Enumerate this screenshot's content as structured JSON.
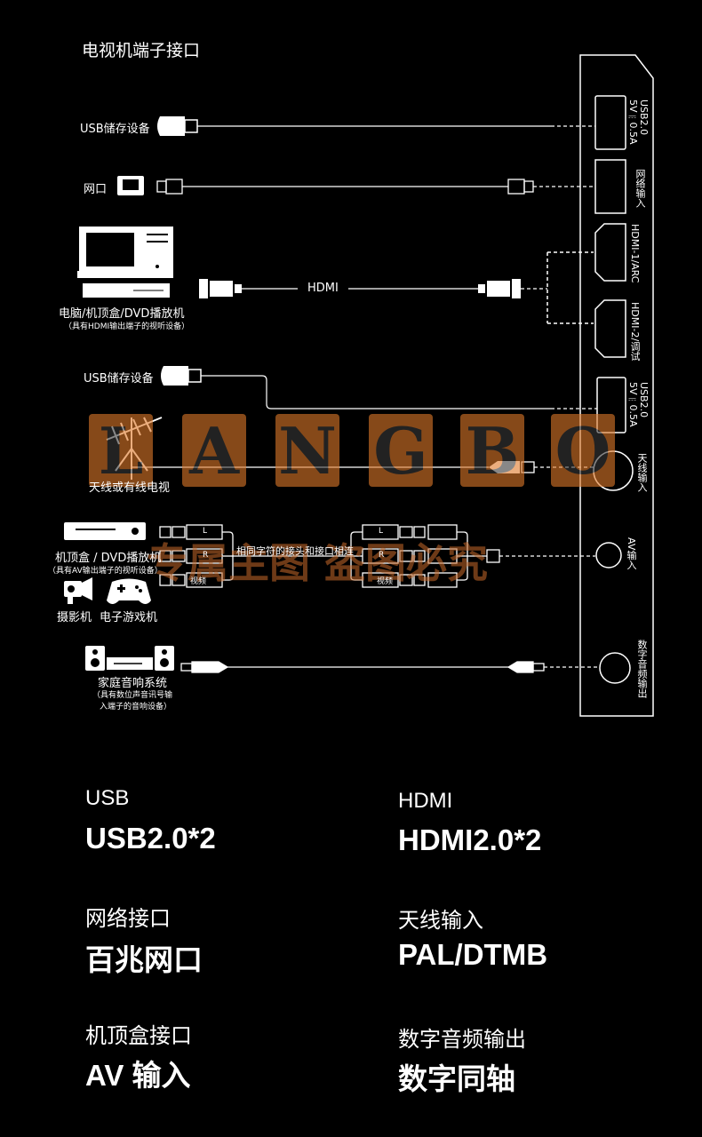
{
  "title": "电视机端子接口",
  "devices": {
    "usb1": "USB储存设备",
    "lan": "网口",
    "pc": "电脑/机顶盒/DVD播放机",
    "pc_note": "（具有HDMI输出端子的视听设备）",
    "hdmi_cable": "HDMI",
    "usb2": "USB储存设备",
    "antenna": "天线或有线电视",
    "av_source": "机顶盒 / DVD播放机",
    "av_note": "（具有AV输出端子的视听设备）",
    "camera": "摄影机",
    "game": "电子游戏机",
    "av_note2": "相同字符的接头和接口相连",
    "plug_l": "L",
    "plug_r": "R",
    "plug_video": "视频",
    "audio": "家庭音响系统",
    "audio_note1": "（具有数位声音讯号输",
    "audio_note2": "入端子的音响设备）"
  },
  "ports": {
    "usb_a": "USB2.0",
    "usb_a_power": "5V⎓0.5A",
    "lan": "网络输入",
    "hdmi1": "HDMI-1/ARC",
    "hdmi2": "HDMI-2/调试",
    "usb_b": "USB2.0",
    "usb_b_power": "5V⎓0.5A",
    "antenna": "天线输入",
    "av": "AV输入",
    "digital": "数字音频输出"
  },
  "watermark": {
    "letters": [
      "L",
      "A",
      "N",
      "G",
      "B",
      "O"
    ],
    "line": "专属主图 盗图必究"
  },
  "specs": [
    {
      "title": "USB",
      "value": "USB2.0*2"
    },
    {
      "title": "HDMI",
      "value": "HDMI2.0*2"
    },
    {
      "title": "网络接口",
      "value": "百兆网口"
    },
    {
      "title": "天线输入",
      "value": "PAL/DTMB"
    },
    {
      "title": "机顶盒接口",
      "value": "AV 输入"
    },
    {
      "title": "数字音频输出",
      "value": "数字同轴"
    }
  ]
}
